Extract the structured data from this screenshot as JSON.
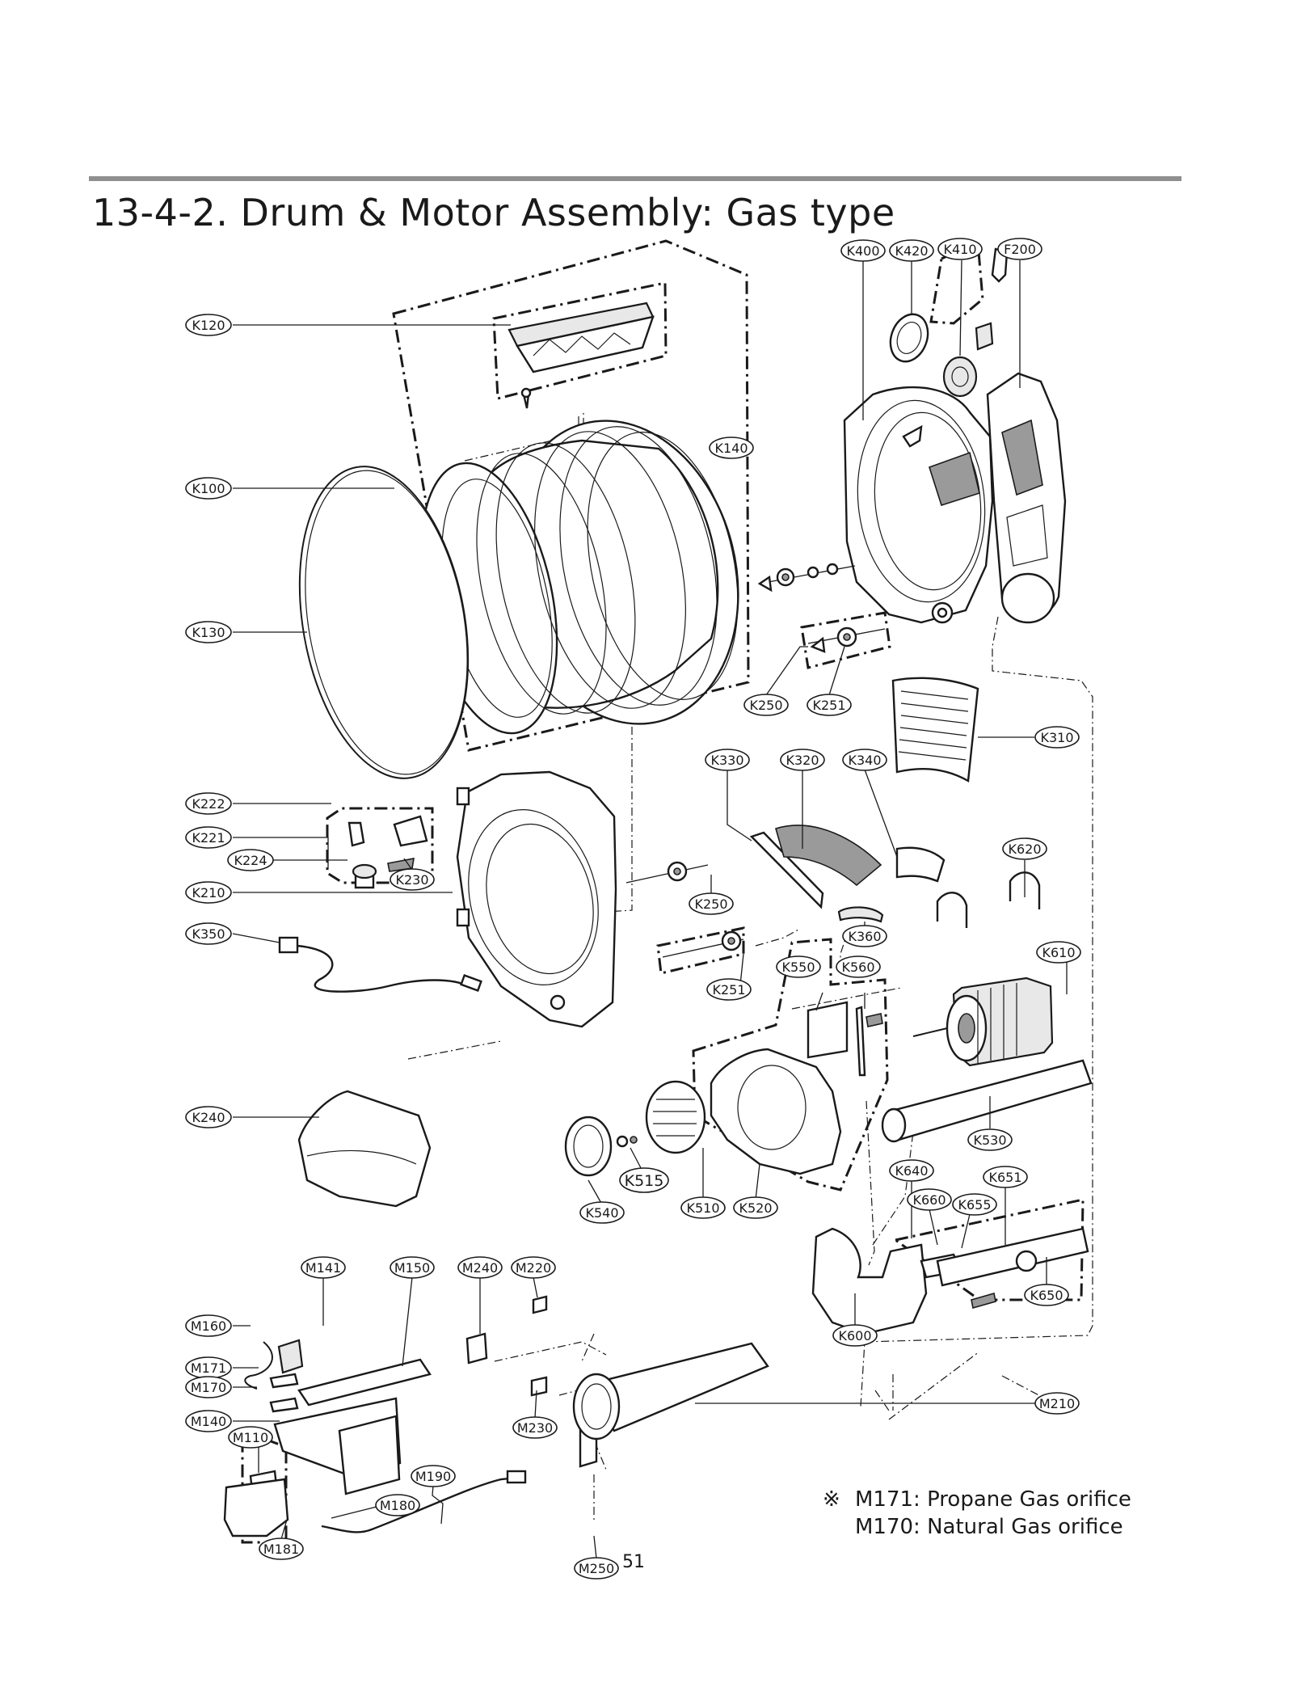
{
  "title": "13-4-2. Drum & Motor Assembly: Gas type",
  "callouts": [
    {
      "id": "K400",
      "text": "K400"
    },
    {
      "id": "K420",
      "text": "K420"
    },
    {
      "id": "K410",
      "text": "K410"
    },
    {
      "id": "F200",
      "text": "F200"
    },
    {
      "id": "K120",
      "text": "K120"
    },
    {
      "id": "K140",
      "text": "K140"
    },
    {
      "id": "K100",
      "text": "K100"
    },
    {
      "id": "K130",
      "text": "K130"
    },
    {
      "id": "K250a",
      "text": "K250"
    },
    {
      "id": "K251a",
      "text": "K251"
    },
    {
      "id": "K310",
      "text": "K310"
    },
    {
      "id": "K330",
      "text": "K330"
    },
    {
      "id": "K320",
      "text": "K320"
    },
    {
      "id": "K340",
      "text": "K340"
    },
    {
      "id": "K222",
      "text": "K222"
    },
    {
      "id": "K221",
      "text": "K221"
    },
    {
      "id": "K224",
      "text": "K224"
    },
    {
      "id": "K230",
      "text": "K230"
    },
    {
      "id": "K210",
      "text": "K210"
    },
    {
      "id": "K620",
      "text": "K620"
    },
    {
      "id": "K250b",
      "text": "K250"
    },
    {
      "id": "K360",
      "text": "K360"
    },
    {
      "id": "K350",
      "text": "K350"
    },
    {
      "id": "K610",
      "text": "K610"
    },
    {
      "id": "K550",
      "text": "K550"
    },
    {
      "id": "K560",
      "text": "K560"
    },
    {
      "id": "K251b",
      "text": "K251"
    },
    {
      "id": "K240",
      "text": "K240"
    },
    {
      "id": "K530",
      "text": "K530"
    },
    {
      "id": "K515",
      "text": "K515"
    },
    {
      "id": "K540",
      "text": "K540"
    },
    {
      "id": "K510",
      "text": "K510"
    },
    {
      "id": "K520",
      "text": "K520"
    },
    {
      "id": "K640",
      "text": "K640"
    },
    {
      "id": "K651",
      "text": "K651"
    },
    {
      "id": "K660",
      "text": "K660"
    },
    {
      "id": "K655",
      "text": "K655"
    },
    {
      "id": "K650",
      "text": "K650"
    },
    {
      "id": "K600",
      "text": "K600"
    },
    {
      "id": "M141",
      "text": "M141"
    },
    {
      "id": "M150",
      "text": "M150"
    },
    {
      "id": "M240",
      "text": "M240"
    },
    {
      "id": "M220",
      "text": "M220"
    },
    {
      "id": "M160",
      "text": "M160"
    },
    {
      "id": "M171",
      "text": "M171"
    },
    {
      "id": "M170",
      "text": "M170"
    },
    {
      "id": "M140",
      "text": "M140"
    },
    {
      "id": "M210",
      "text": "M210"
    },
    {
      "id": "M230",
      "text": "M230"
    },
    {
      "id": "M110",
      "text": "M110"
    },
    {
      "id": "M190",
      "text": "M190"
    },
    {
      "id": "M180",
      "text": "M180"
    },
    {
      "id": "M181",
      "text": "M181"
    },
    {
      "id": "M250",
      "text": "M250"
    }
  ],
  "note": {
    "mark": "※",
    "line1": "M171: Propane Gas orifice",
    "line2": "M170: Natural Gas orifice"
  },
  "page_number": "51"
}
